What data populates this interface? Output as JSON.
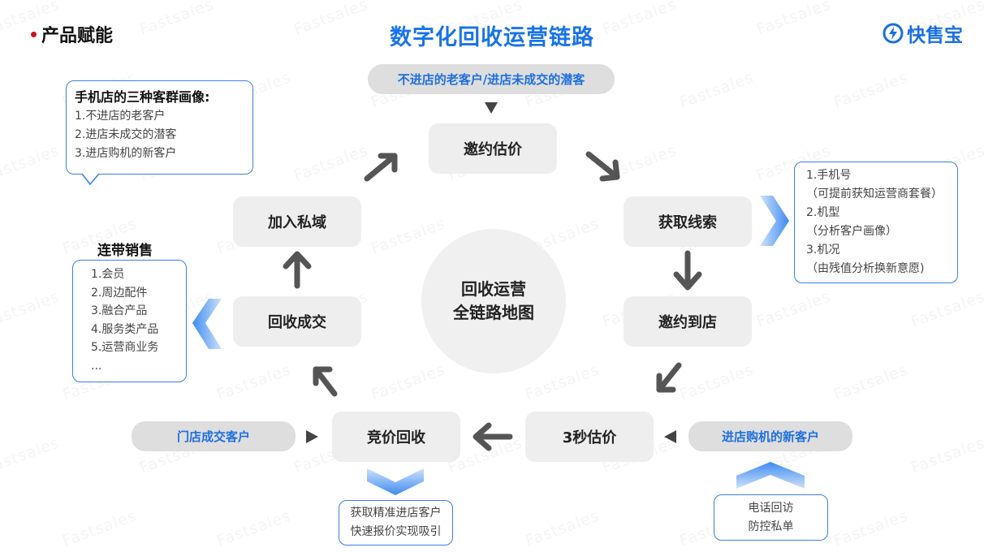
{
  "header": {
    "section_label": "产品赋能",
    "title": "数字化回收运营链路",
    "brand_name": "快售宝"
  },
  "center": {
    "line1": "回收运营",
    "line2": "全链路地图"
  },
  "top_pill": "不进店的老客户/进店未成交的潜客",
  "nodes": {
    "invite_quote": "邀约估价",
    "get_leads": "获取线索",
    "invite_store": "邀约到店",
    "quick_quote": "3秒估价",
    "bid_recycle": "竞价回收",
    "deal": "回收成交",
    "private_domain": "加入私域"
  },
  "right_pill": "进店购机的新客户",
  "left_pill": "门店成交客户",
  "persona_box": {
    "title": "手机店的三种客群画像:",
    "items": [
      "1.不进店的老客户",
      "2.进店未成交的潜客",
      "3.进店购机的新客户"
    ]
  },
  "leads_box": {
    "items": [
      "1.手机号",
      "（可提前获知运营商套餐）",
      "2.机型",
      "（分析客户画像）",
      "3.机况",
      "（由残值分析换新意愿)"
    ]
  },
  "joint_sales": {
    "title": "连带销售",
    "items": [
      "1.会员",
      "2.周边配件",
      "3.融合产品",
      "4.服务类产品",
      "5.运营商业务",
      "..."
    ]
  },
  "bid_box": {
    "line1": "获取精准进店客户",
    "line2": "快速报价实现吸引"
  },
  "callback_box": {
    "line1": "电话回访",
    "line2": "防控私单"
  },
  "watermark": "Fastsales",
  "colors": {
    "accent_blue": "#1a73e8",
    "node_grey": "#eeeeee",
    "arrow_grey": "#555555",
    "bullet_red": "#d0111b"
  }
}
